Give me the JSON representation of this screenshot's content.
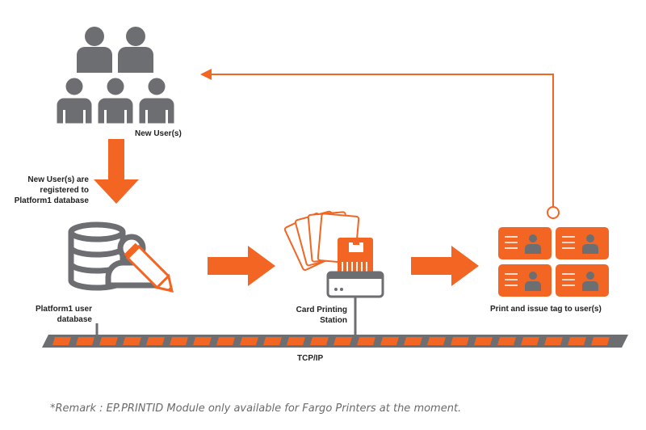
{
  "colors": {
    "accent": "#f26522",
    "gray": "#6d6e71",
    "light_gray": "#a7a9ac",
    "text": "#222222",
    "remark": "#6a6a6a"
  },
  "labels": {
    "new_users": "New User(s)",
    "registered_line1": "New User(s) are",
    "registered_line2": "registered to",
    "registered_line3": "Platform1 database",
    "db_line1": "Platform1 user",
    "db_line2": "database",
    "station_line1": "Card Printing",
    "station_line2": "Station",
    "print_issue": "Print and issue tag to user(s)",
    "network": "TCP/IP"
  },
  "remark": "*Remark : EP.PRINTID Module only available for Fargo Printers at the moment.",
  "icons": {
    "users": "user-group-icon",
    "database": "database-user-edit-icon",
    "printer": "card-printer-icon",
    "cards": "id-card-icon"
  }
}
